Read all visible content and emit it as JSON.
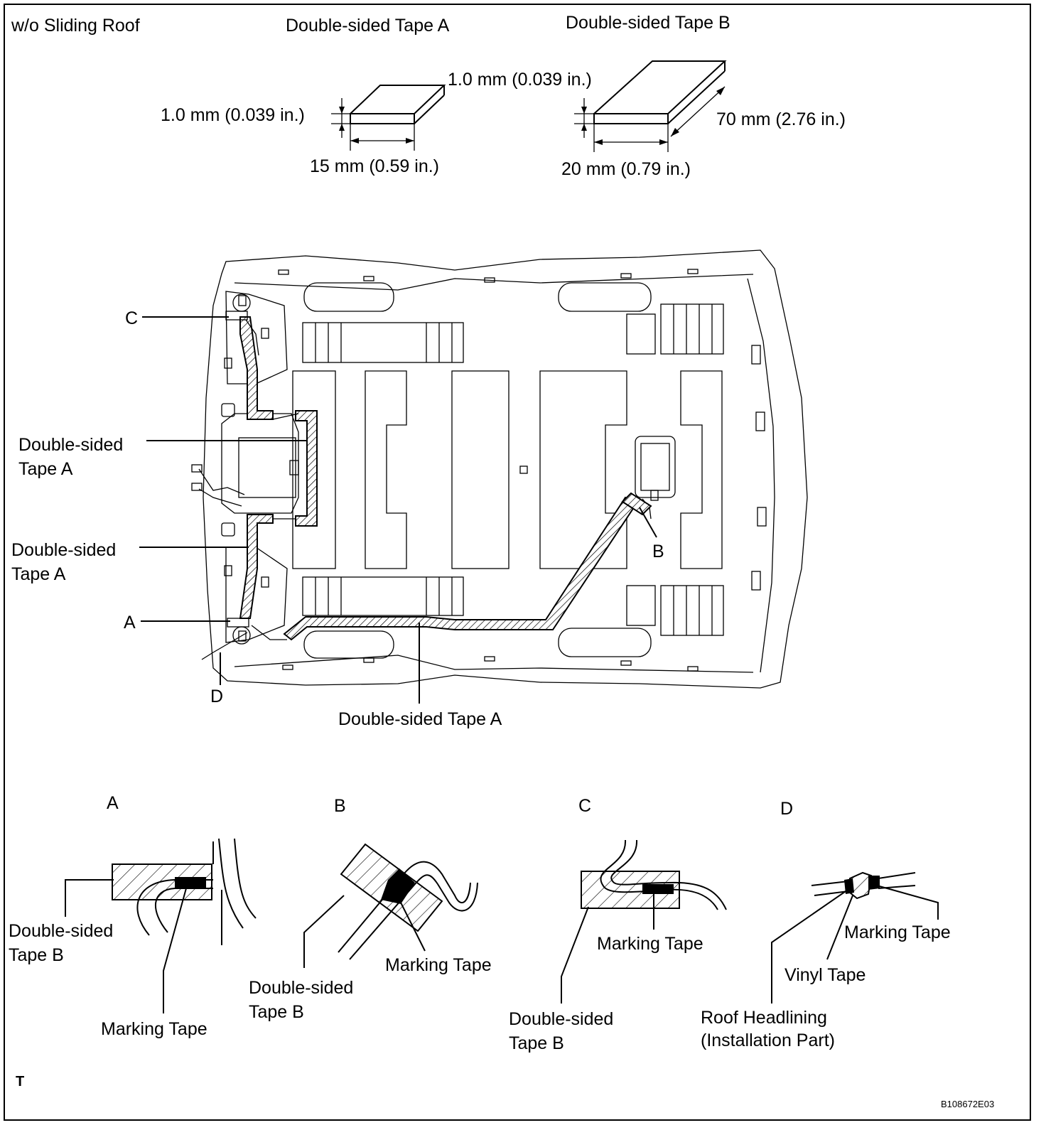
{
  "header": {
    "title": "w/o Sliding Roof"
  },
  "tape_specs": {
    "tape_a": {
      "title": "Double-sided Tape A",
      "thickness": "1.0 mm (0.039 in.)",
      "length": "1.0 mm (0.039 in.)",
      "width": "15 mm (0.59 in.)"
    },
    "tape_b": {
      "title": "Double-sided Tape B",
      "thickness": "",
      "length": "70 mm (2.76 in.)",
      "width": "20 mm (0.79 in.)"
    }
  },
  "headliner": {
    "callouts": {
      "c": "C",
      "a": "A",
      "b": "B",
      "d": "D",
      "tape_a_1_line1": "Double-sided",
      "tape_a_1_line2": "Tape A",
      "tape_a_2_line1": "Double-sided",
      "tape_a_2_line2": "Tape A",
      "tape_a_bottom": "Double-sided Tape A"
    }
  },
  "details": {
    "a": {
      "letter": "A",
      "tape_line1": "Double-sided",
      "tape_line2": "Tape B",
      "marking": "Marking Tape"
    },
    "b": {
      "letter": "B",
      "tape_line1": "Double-sided",
      "tape_line2": "Tape B",
      "marking": "Marking Tape"
    },
    "c": {
      "letter": "C",
      "tape_line1": "Double-sided",
      "tape_line2": "Tape B",
      "marking": "Marking Tape"
    },
    "d": {
      "letter": "D",
      "marking": "Marking Tape",
      "vinyl": "Vinyl Tape",
      "roof_line1": "Roof Headlining",
      "roof_line2": "(Installation Part)"
    }
  },
  "footer": {
    "corner_mark": "T",
    "figure_id": "B108672E03"
  }
}
